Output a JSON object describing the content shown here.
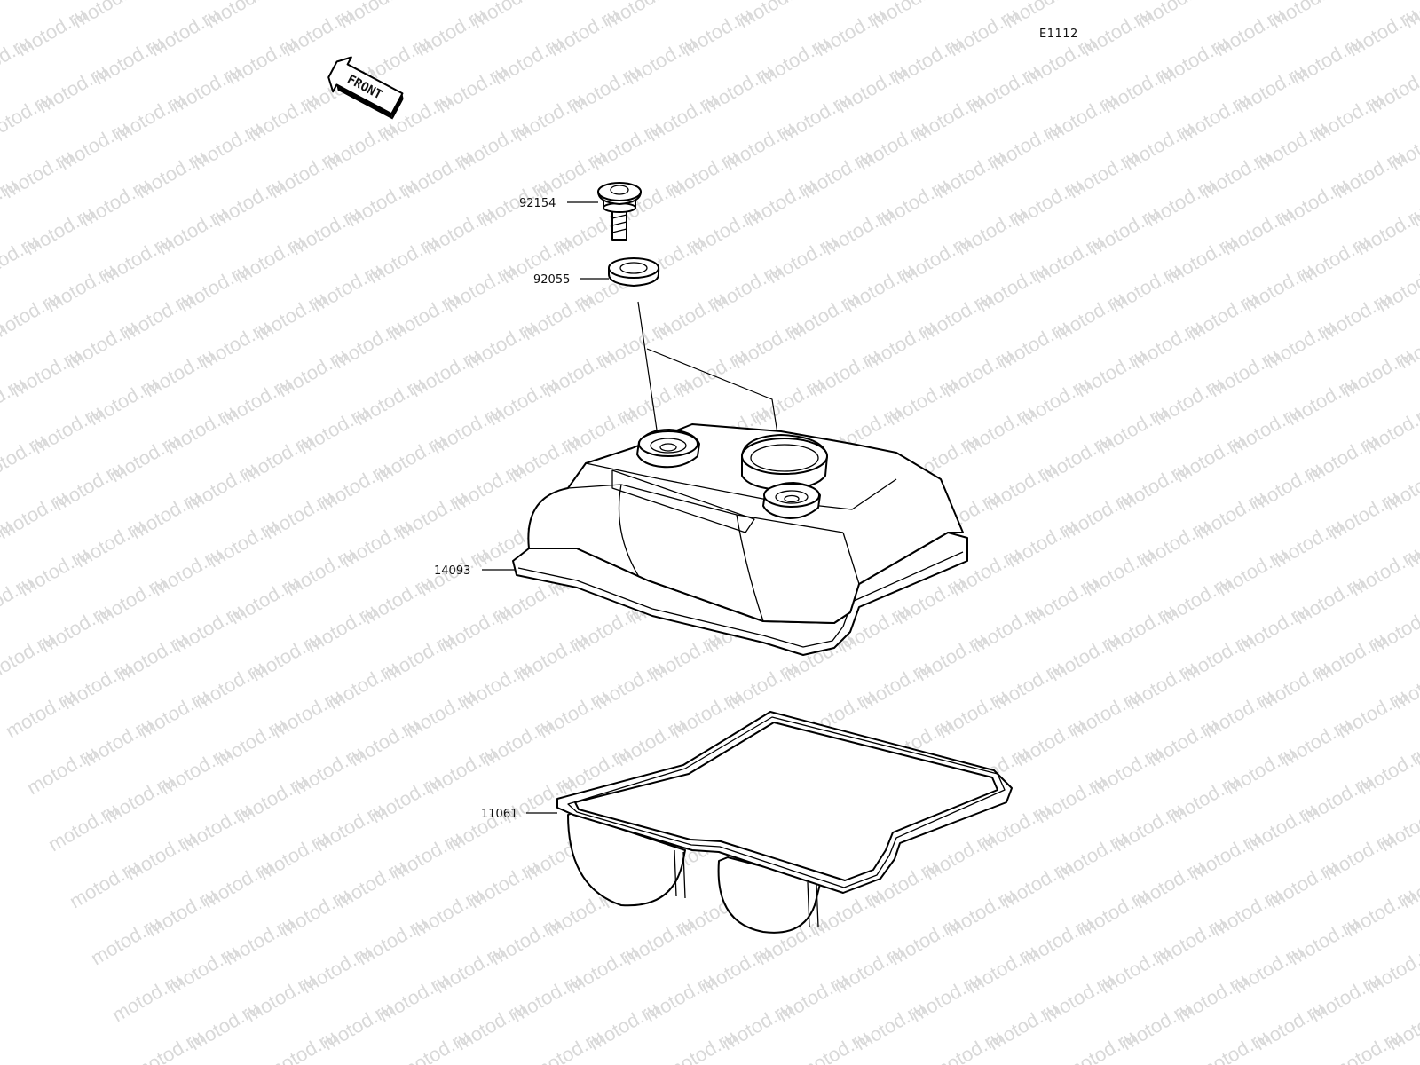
{
  "diagram": {
    "code": "E1112",
    "front_label": "FRONT",
    "watermark": "motod.ru",
    "parts": [
      {
        "number": "92154"
      },
      {
        "number": "92055"
      },
      {
        "number": "14093"
      },
      {
        "number": "11061"
      }
    ]
  }
}
